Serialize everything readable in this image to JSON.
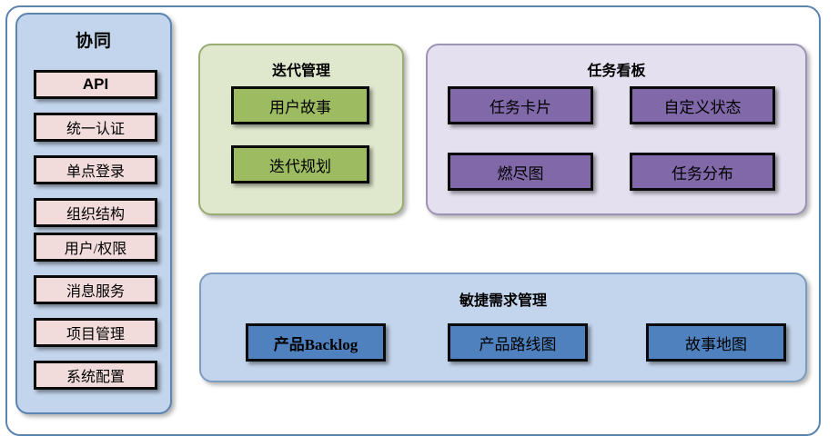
{
  "diagram": {
    "sidebar": {
      "title": "协同",
      "items": [
        {
          "label": "API",
          "style": "bold-sans"
        },
        {
          "label": "统一认证",
          "style": "serif"
        },
        {
          "label": "单点登录",
          "style": "serif"
        },
        {
          "label": "组织结构",
          "style": "serif"
        },
        {
          "label": "用户/权限",
          "style": "serif"
        },
        {
          "label": "消息服务",
          "style": "serif"
        },
        {
          "label": "项目管理",
          "style": "serif"
        },
        {
          "label": "系统配置",
          "style": "serif"
        }
      ],
      "fill_color": "#c3d5ec",
      "item_fill_color": "#f2dcdb"
    },
    "iteration": {
      "title": "迭代管理",
      "items": [
        {
          "label": "用户故事"
        },
        {
          "label": "迭代规划"
        }
      ],
      "fill_color": "#dfe8cd",
      "item_fill_color": "#9dbb61"
    },
    "taskboard": {
      "title": "任务看板",
      "items": [
        {
          "label": "任务卡片"
        },
        {
          "label": "自定义状态"
        },
        {
          "label": "燃尽图"
        },
        {
          "label": "任务分布"
        }
      ],
      "fill_color": "#e5e0ef",
      "item_fill_color": "#8168a8"
    },
    "agile": {
      "title": "敏捷需求管理",
      "items": [
        {
          "label": "产品Backlog"
        },
        {
          "label": "产品路线图"
        },
        {
          "label": "故事地图"
        }
      ],
      "fill_color": "#c3d5ec",
      "item_fill_color": "#4e81bd"
    }
  }
}
